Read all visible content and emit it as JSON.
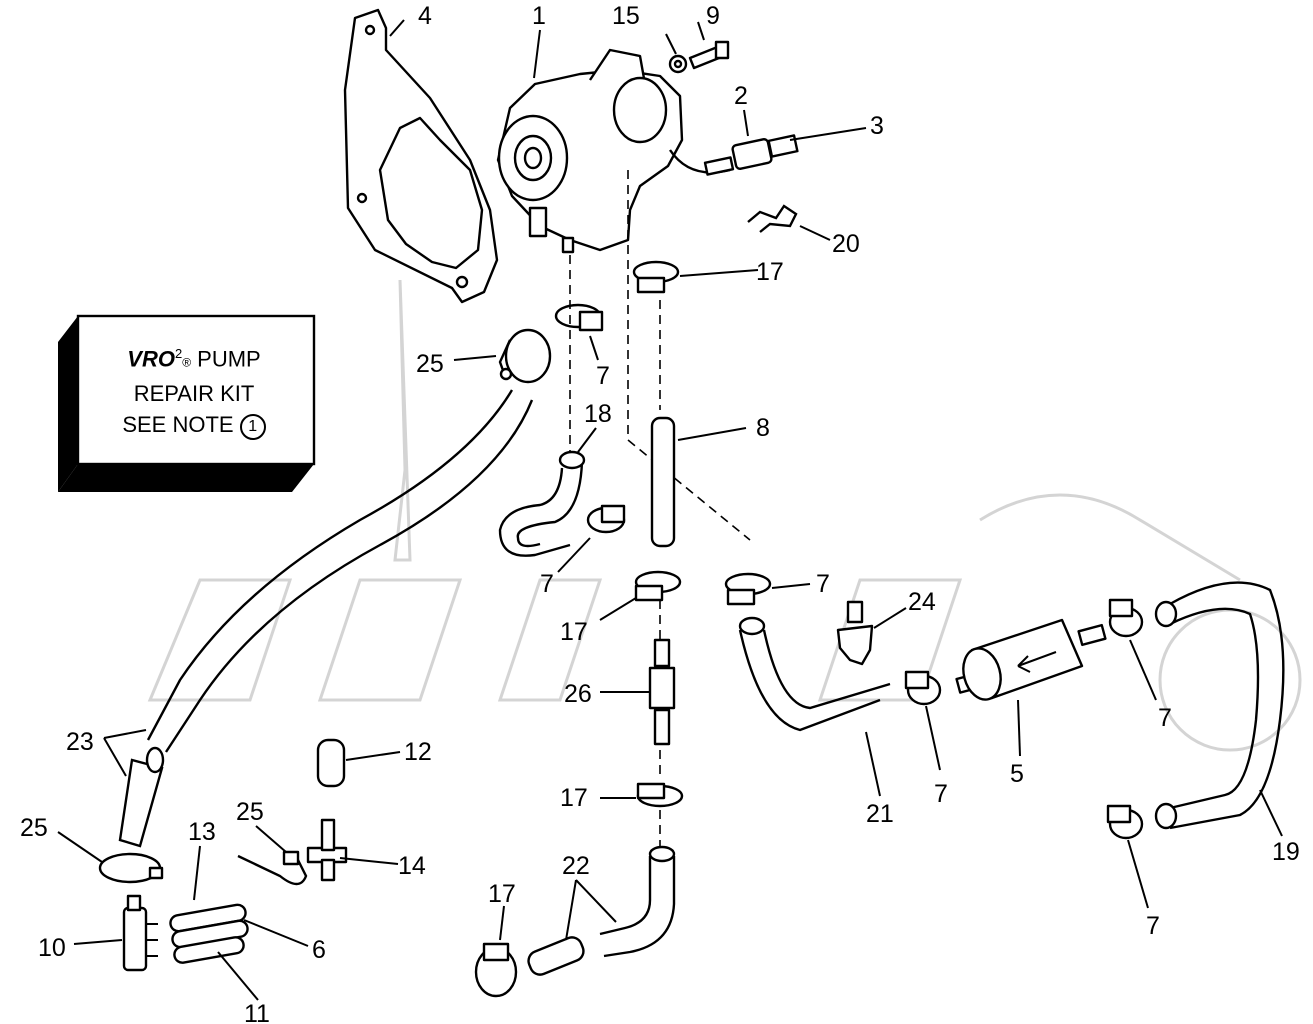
{
  "note": {
    "brand": "VRO",
    "brand_superscript": "2",
    "registered_mark": "®",
    "line1_rest": "PUMP",
    "line2": "REPAIR KIT",
    "line3": "SEE NOTE",
    "note_number": "1"
  },
  "callouts": [
    {
      "id": "c1",
      "text": "1"
    },
    {
      "id": "c2",
      "text": "2"
    },
    {
      "id": "c3",
      "text": "3"
    },
    {
      "id": "c4",
      "text": "4"
    },
    {
      "id": "c5",
      "text": "5"
    },
    {
      "id": "c6",
      "text": "6"
    },
    {
      "id": "c7a",
      "text": "7"
    },
    {
      "id": "c7b",
      "text": "7"
    },
    {
      "id": "c7c",
      "text": "7"
    },
    {
      "id": "c7d",
      "text": "7"
    },
    {
      "id": "c7e",
      "text": "7"
    },
    {
      "id": "c7f",
      "text": "7"
    },
    {
      "id": "c8",
      "text": "8"
    },
    {
      "id": "c9",
      "text": "9"
    },
    {
      "id": "c10",
      "text": "10"
    },
    {
      "id": "c11",
      "text": "11"
    },
    {
      "id": "c12",
      "text": "12"
    },
    {
      "id": "c13",
      "text": "13"
    },
    {
      "id": "c14",
      "text": "14"
    },
    {
      "id": "c15",
      "text": "15"
    },
    {
      "id": "c17a",
      "text": "17"
    },
    {
      "id": "c17b",
      "text": "17"
    },
    {
      "id": "c17c",
      "text": "17"
    },
    {
      "id": "c17d",
      "text": "17"
    },
    {
      "id": "c18",
      "text": "18"
    },
    {
      "id": "c19",
      "text": "19"
    },
    {
      "id": "c20",
      "text": "20"
    },
    {
      "id": "c21",
      "text": "21"
    },
    {
      "id": "c22",
      "text": "22"
    },
    {
      "id": "c23",
      "text": "23"
    },
    {
      "id": "c24",
      "text": "24"
    },
    {
      "id": "c25a",
      "text": "25"
    },
    {
      "id": "c25b",
      "text": "25"
    },
    {
      "id": "c25c",
      "text": "25"
    },
    {
      "id": "c26",
      "text": "26"
    }
  ]
}
